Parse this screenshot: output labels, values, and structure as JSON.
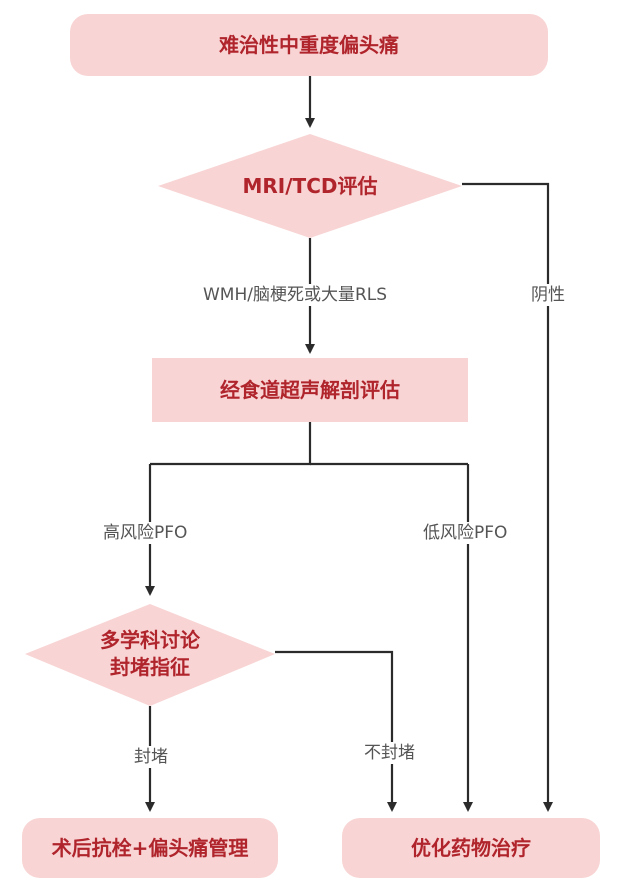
{
  "diagram": {
    "nodes": {
      "start": "难治性中重度偏头痛",
      "mri_tcd": "MRI/TCD评估",
      "tee": "经食道超声解剖评估",
      "mdt_line1": "多学科讨论",
      "mdt_line2": "封堵指征",
      "post_op": "术后抗栓+偏头痛管理",
      "drug": "优化药物治疗"
    },
    "edges": {
      "wmh": "WMH/脑梗死或大量RLS",
      "negative": "阴性",
      "high_risk": "高风险PFO",
      "low_risk": "低风险PFO",
      "occlude": "封堵",
      "no_occlude": "不封堵"
    },
    "colors": {
      "node_fill": "#f8d4d4",
      "node_text": "#b0242c",
      "line": "#2b2b2b",
      "edge_text": "#555555"
    }
  }
}
